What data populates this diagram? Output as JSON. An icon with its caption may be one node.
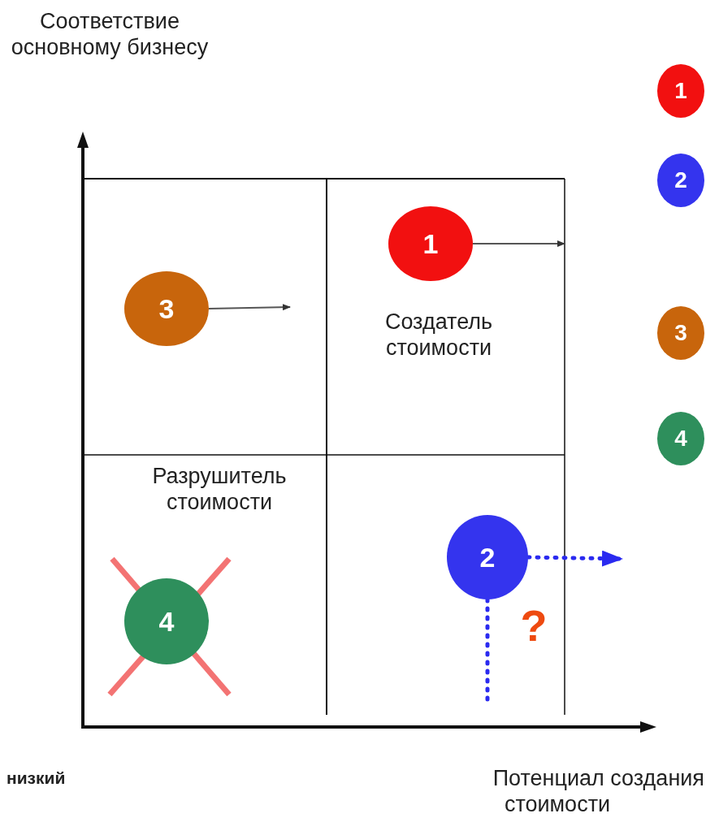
{
  "diagram": {
    "nodes": [
      {
        "text": [
          "1"
        ]
      },
      {
        "text": [
          "3"
        ]
      },
      {
        "text": [
          "2"
        ]
      },
      {
        "text": [
          "4"
        ]
      },
      {
        "text": [
          "1"
        ]
      },
      {
        "text": [
          "2"
        ]
      },
      {
        "text": [
          "3"
        ]
      },
      {
        "text": [
          "4"
        ]
      }
    ],
    "edges": [
      {
        "from": 0,
        "to": null,
        "arrow": "to"
      },
      {
        "from": 1,
        "to": null,
        "arrow": "to"
      },
      {
        "from": 2,
        "to": null,
        "arrow": "to",
        "style": "dashed",
        "color": "#2a2af0"
      },
      {
        "from": 2,
        "to": null,
        "arrow": "none",
        "style": "dashed",
        "color": "#2a2af0"
      }
    ],
    "labels": [
      "Соответствие основному бизнесу",
      "Создатель стоимости",
      "Разрушитель стоимости",
      "?",
      "низкий",
      "Потенциал создания стоимости"
    ]
  }
}
